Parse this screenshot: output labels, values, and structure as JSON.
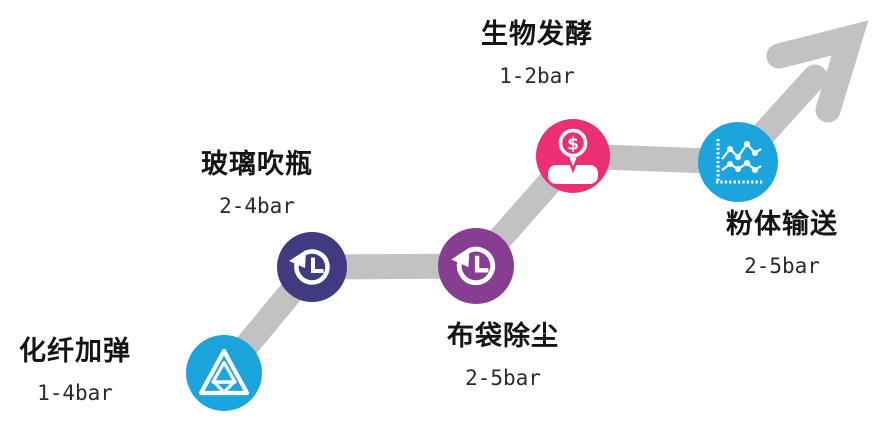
{
  "figure": {
    "title": "",
    "type": "process-flow-diagram",
    "connector_color": "#c2c2c2",
    "text_color": "#151515"
  },
  "steps": [
    {
      "label": "化纤加弹",
      "pressure": "1-4bar",
      "color": "#1ca5dd",
      "icon": "nested-triangles-icon"
    },
    {
      "label": "玻璃吹瓶",
      "pressure": "2-4bar",
      "color": "#413a80",
      "icon": "history-clock-icon"
    },
    {
      "label": "布袋除尘",
      "pressure": "2-5bar",
      "color": "#873e92",
      "icon": "history-clock-icon"
    },
    {
      "label": "生物发酵",
      "pressure": "1-2bar",
      "color": "#ec2e74",
      "icon": "money-person-icon",
      "icon_symbol": "$"
    },
    {
      "label": "粉体输送",
      "pressure": "2-5bar",
      "color": "#1ca5dd",
      "icon": "line-chart-icon"
    }
  ]
}
